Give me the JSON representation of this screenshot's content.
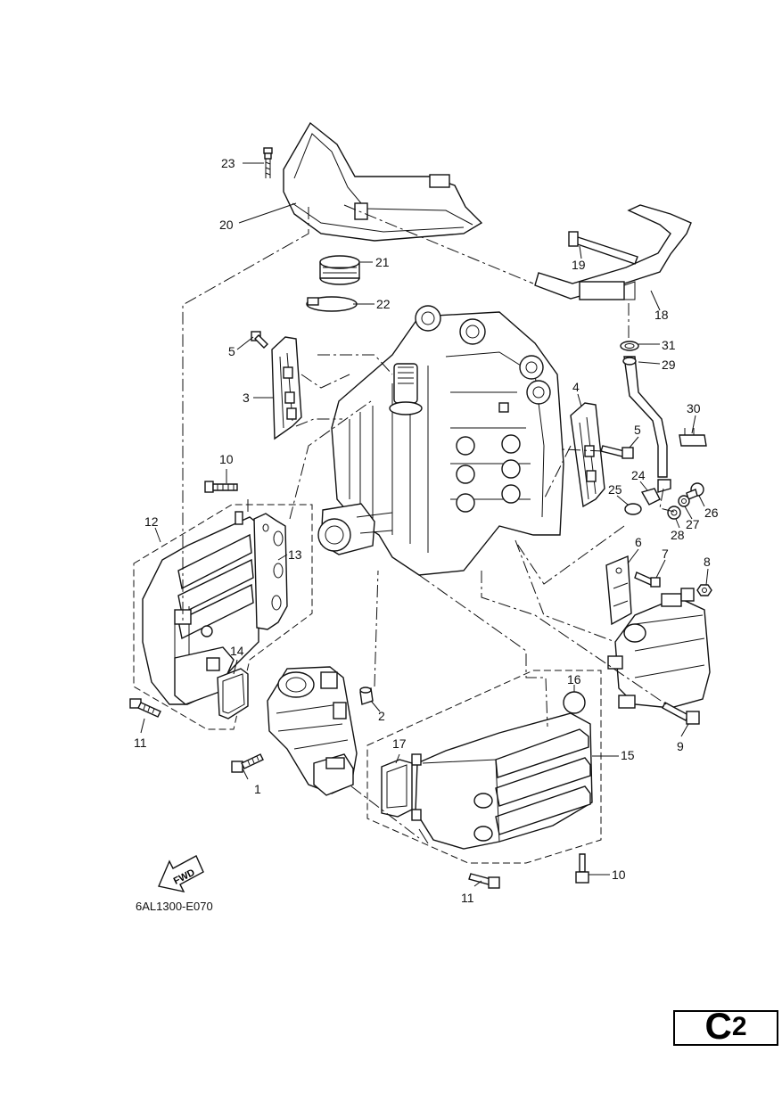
{
  "diagram": {
    "figure_code": "6AL1300-E070",
    "fwd_label": "FWD",
    "page_letter": "C",
    "page_number": "2",
    "callouts": [
      {
        "id": "c1",
        "text": "1"
      },
      {
        "id": "c2",
        "text": "2"
      },
      {
        "id": "c3",
        "text": "3"
      },
      {
        "id": "c4",
        "text": "4"
      },
      {
        "id": "c5a",
        "text": "5"
      },
      {
        "id": "c5b",
        "text": "5"
      },
      {
        "id": "c6",
        "text": "6"
      },
      {
        "id": "c7",
        "text": "7"
      },
      {
        "id": "c8",
        "text": "8"
      },
      {
        "id": "c9",
        "text": "9"
      },
      {
        "id": "c10a",
        "text": "10"
      },
      {
        "id": "c10b",
        "text": "10"
      },
      {
        "id": "c11a",
        "text": "11"
      },
      {
        "id": "c11b",
        "text": "11"
      },
      {
        "id": "c12",
        "text": "12"
      },
      {
        "id": "c13",
        "text": "13"
      },
      {
        "id": "c14",
        "text": "14"
      },
      {
        "id": "c15",
        "text": "15"
      },
      {
        "id": "c16",
        "text": "16"
      },
      {
        "id": "c17",
        "text": "17"
      },
      {
        "id": "c18",
        "text": "18"
      },
      {
        "id": "c19",
        "text": "19"
      },
      {
        "id": "c20",
        "text": "20"
      },
      {
        "id": "c21",
        "text": "21"
      },
      {
        "id": "c22",
        "text": "22"
      },
      {
        "id": "c23",
        "text": "23"
      },
      {
        "id": "c24",
        "text": "24"
      },
      {
        "id": "c25",
        "text": "25"
      },
      {
        "id": "c26",
        "text": "26"
      },
      {
        "id": "c27",
        "text": "27"
      },
      {
        "id": "c28",
        "text": "28"
      },
      {
        "id": "c29",
        "text": "29"
      },
      {
        "id": "c30",
        "text": "30"
      },
      {
        "id": "c31",
        "text": "31"
      }
    ]
  }
}
